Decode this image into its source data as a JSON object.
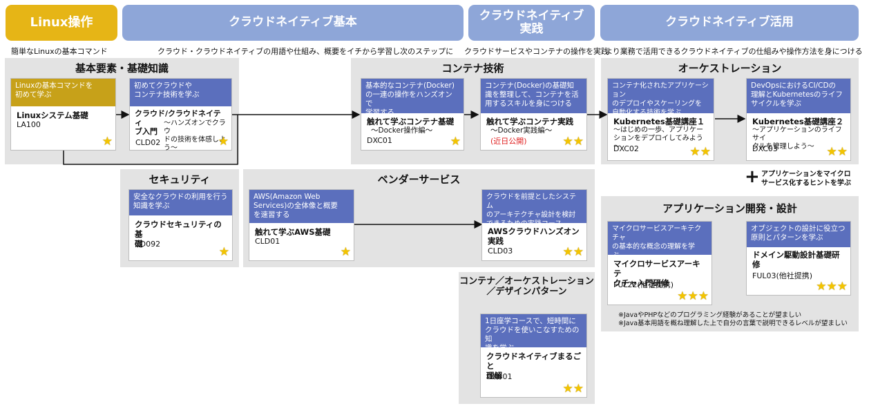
{
  "headers": {
    "linux": "Linux操作",
    "basic": "クラウドネイティブ基本",
    "practice": "クラウドネイティブ\n実践",
    "advanced": "クラウドネイティブ活用"
  },
  "subtitles": {
    "linux": "簡単なLinuxの基本コマンド",
    "basic": "クラウド・クラウドネイティブの用語や仕組み、概要をイチから学習し次のステップに",
    "practice": "クラウドサービスやコンテナの操作を実践",
    "advanced": "より業務で活用できるクラウドネイティブの仕組みや操作方法を身につける"
  },
  "panels": {
    "basic": "基本要素・基礎知識",
    "container": "コンテナ技術",
    "orchestration": "オーケストレーション",
    "security": "セキュリティ",
    "vendor": "ベンダーサービス",
    "appdev": "アプリケーション開発・設計",
    "pattern": "コンテナ／オーケストレーション\n／デザインパターン"
  },
  "cards": {
    "la100": {
      "top": "Linuxの基本コマンドを\n初めて学ぶ",
      "title": "Linuxシステム基礎",
      "code": "LA100",
      "stars": "★"
    },
    "cld02": {
      "top": "初めてクラウドや\nコンテナ技術を学ぶ",
      "title": "クラウド/クラウドネイティ\nブ入門",
      "tail": "～ハンズオンでクラウ\nドの技術を体感しよう～",
      "code": "CLD02",
      "stars": "★"
    },
    "dxc01": {
      "top": "基本的なコンテナ(Docker)\nの一連の操作をハンズオンで\n学習する",
      "title": "触れて学ぶコンテナ基礎",
      "desc": "～Docker操作編～",
      "code": "DXC01",
      "stars": "★"
    },
    "dxc_practice": {
      "top": "コンテナ(Docker)の基礎知\n識を整理して、コンテナを活\n用するスキルを身につける",
      "title": "触れて学ぶコンテナ実践",
      "desc": "～Docker実践編～",
      "extra": "(近日公開)",
      "stars": "★★"
    },
    "dxc02": {
      "top": "コンテナ化されたアプリケーション\nのデプロイやスケーリングを\n自動化する技術を学ぶ",
      "title": "Kubernetes基礎講座１",
      "desc": "～はじめの一歩、アプリケー\nションをデプロイしてみよう～",
      "code": "DXC02",
      "stars": "★★"
    },
    "dxc03": {
      "top": "DevOpsにおけるCI/CDの\n理解とKubernetesのライフ\nサイクルを学ぶ",
      "title": "Kubernetes基礎講座２",
      "desc": "～アプリケーションのライフサイ\nクルを管理しよう～",
      "code": "DXC03",
      "stars": "★★"
    },
    "cd092": {
      "top": "安全なクラウドの利用を行う\n知識を学ぶ",
      "title": "クラウドセキュリティの基\n礎",
      "code": "CD092",
      "stars": "★"
    },
    "cld01": {
      "top": "AWS(Amazon Web\nServices)の全体像と概要\nを速習する",
      "title": "触れて学ぶAWS基礎",
      "code": "CLD01",
      "stars": "★"
    },
    "cld03": {
      "top": "クラウドを前提としたシステム\nのアーキテクチャ設計を検討\nできるための実践コース",
      "title": "AWSクラウドハンズオン\n実践",
      "code": "CLD03",
      "stars": "★★"
    },
    "ful22": {
      "top": "マイクロサービスアーキテクチャ\nの基本的な概念の理解を学\nぶ",
      "title": "マイクロサービスアーキテ\nクチャ入門研修",
      "code": "FUL22(他社提携)",
      "stars": "★★★"
    },
    "ful03": {
      "top": "オブジェクトの設計に役立つ\n原則とパターンを学ぶ",
      "title": "ドメイン駆動設計基礎研\n修",
      "code": "FUL03(他社提携)",
      "stars": "★★★"
    },
    "dxb01": {
      "top": "1日座学コースで、短時間に\nクラウドを使いこなすための知\n識を学ぶ",
      "title": "クラウドネイティブまるごと\n理解",
      "code": "DXB01",
      "stars": "★★"
    }
  },
  "hint": {
    "plus": "+",
    "text": "アプリケーションをマイクロ\nサービス化するヒントを学ぶ"
  },
  "notes": [
    "※JavaやPHPなどのプログラミング経験があることが望ましい",
    "※Java基本用語を概ね理解した上で自分の言葉で説明できるレベルが望ましい"
  ],
  "colors": {
    "gold": "#e6b516",
    "headerBlue": "#8ea6d8",
    "cardBlue": "#5b6fbd",
    "panel": "#e3e3e3",
    "star": "#f3c400",
    "red": "#e02020"
  }
}
